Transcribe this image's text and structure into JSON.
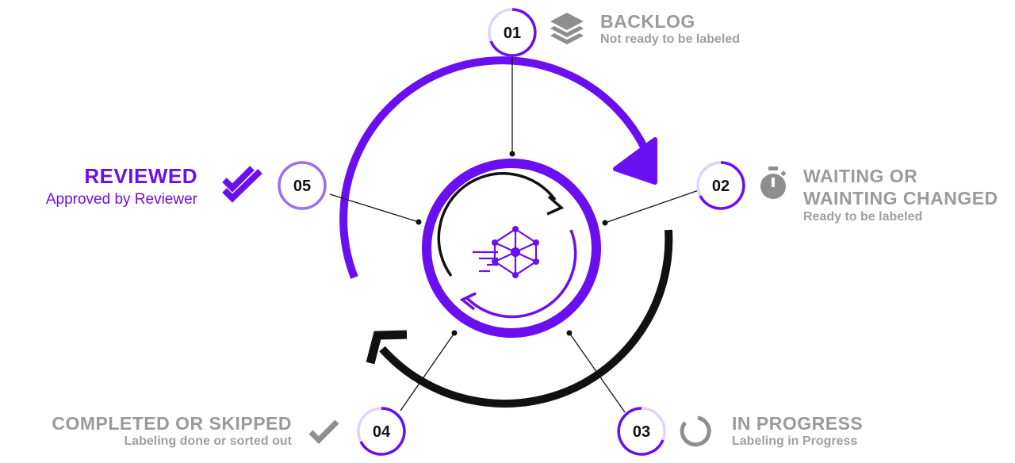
{
  "colors": {
    "accent": "#6a0ff0",
    "accent_light": "#9c6ef0",
    "gray_text": "#9a9a9a",
    "icon_gray": "#8e8e8e",
    "dark": "#111111"
  },
  "center_icon": "labeling-platform-logo-icon",
  "stages": [
    {
      "number": "01",
      "title": "BACKLOG",
      "subtitle": "Not ready to be labeled",
      "icon": "stack-layers-icon"
    },
    {
      "number": "02",
      "title_lines": [
        "WAITING OR",
        "WAINTING CHANGED"
      ],
      "subtitle": "Ready to be labeled",
      "icon": "stopwatch-icon"
    },
    {
      "number": "03",
      "title": "IN PROGRESS",
      "subtitle": "Labeling in Progress",
      "icon": "progress-ring-icon"
    },
    {
      "number": "04",
      "title": "COMPLETED OR SKIPPED",
      "subtitle": "Labeling done or sorted out",
      "icon": "check-icon"
    },
    {
      "number": "05",
      "title": "REVIEWED",
      "subtitle": "Approved by Reviewer",
      "icon": "double-check-icon"
    }
  ]
}
